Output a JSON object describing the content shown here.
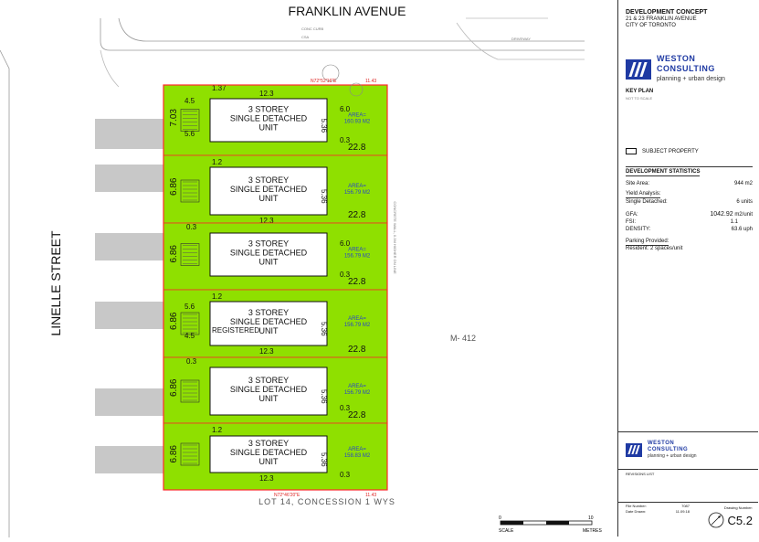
{
  "streets": {
    "north": "FRANKLIN AVENUE",
    "west": "LINELLE STREET",
    "south_lot": "LOT 14, CONCESSION 1 WYS",
    "east_lot": "M- 412",
    "curb_label": "CONC CURB",
    "sidewalk_label": "CSA",
    "driveway_label": "DRIVEWAY",
    "wall_label": "CONCRETE WALL, 0.3M HIGHER ON LINE"
  },
  "bearings": {
    "north": "N72°52'16\"E",
    "north_len": "11.43",
    "south": "N72°46'20\"E",
    "south_len": "11.43"
  },
  "units": [
    {
      "label1": "3 STOREY",
      "label2": "SINGLE DETACHED",
      "label3": "UNIT",
      "area": "AREA=\n160.93 M2",
      "frontage": "7.03",
      "depth": "22.8",
      "bw": "12.3",
      "side": "5.36",
      "front_setback": "4.5",
      "rear": "6.0",
      "side_setback": "0.3",
      "garage": "5.6",
      "extra": "1.37"
    },
    {
      "label1": "3 STOREY",
      "label2": "SINGLE DETACHED",
      "label3": "UNIT",
      "area": "AREA=\n156.79 M2",
      "frontage": "6.86",
      "depth": "22.8",
      "bw": "12.3",
      "side": "5.36",
      "extra": "1.2"
    },
    {
      "label1": "3 STOREY",
      "label2": "SINGLE DETACHED",
      "label3": "UNIT",
      "area": "AREA=\n156.79 M2",
      "frontage": "6.86",
      "depth": "22.8",
      "rear": "6.0",
      "side_setback": "0.3",
      "top_setback": "0.3"
    },
    {
      "label1": "3 STOREY",
      "label2": "SINGLE DETACHED",
      "label3": "UNIT",
      "area": "AREA=\n156.79 M2",
      "frontage": "6.86",
      "depth": "22.8",
      "bw": "12.3",
      "side": "5.36",
      "garage": "5.6",
      "front_setback": "4.5",
      "registered": "REGISTERED",
      "extra": "1.2"
    },
    {
      "label1": "3 STOREY",
      "label2": "SINGLE DETACHED",
      "label3": "UNIT",
      "area": "AREA=\n156.79 M2",
      "frontage": "6.86",
      "depth": "22.8",
      "side": "5.36",
      "top_setback": "0.3",
      "side_setback": "0.3"
    },
    {
      "label1": "3 STOREY",
      "label2": "SINGLE DETACHED",
      "label3": "UNIT",
      "area": "AREA=\n158.83 M2",
      "frontage": "6.86",
      "depth": "",
      "bw": "12.3",
      "side": "5.36",
      "side_setback": "0.3",
      "extra": "1.2"
    }
  ],
  "titleblock": {
    "project_title": "DEVELOPMENT CONCEPT",
    "address1": "21 & 23 FRANKLIN AVENUE",
    "address2": "CITY OF TORONTO",
    "logo_name": "WESTON",
    "logo_name2": "CONSULTING",
    "logo_tag": "planning + urban design",
    "key_plan": "KEY PLAN",
    "key_plan_sub": "NOT TO SCALE",
    "subject_property": "SUBJECT PROPERTY",
    "stats_heading": "DEVELOPMENT STATISTICS",
    "site_area_label": "Site Area:",
    "site_area_value": "944 m2",
    "yield_label": "Yield Analysis:",
    "yield_type": "Single Detached:",
    "yield_value": "6 units",
    "gfa_label": "GFA:",
    "gfa_value": "1042.92",
    "gfa_unit": "m2/unit",
    "fsi_label": "FSI:",
    "fsi_value": "1.1",
    "density_label": "DENSITY:",
    "density_value": "63.6 uph",
    "parking_label": "Parking Provided:",
    "parking_value": "Resident:  2 spaces/unit",
    "revisions": "REVISIONS LIST",
    "file_number_label": "File Number:",
    "file_number": "7087",
    "date_label": "Date Drawn:",
    "date": "11.09.18",
    "drawing_label": "Drawing Number:",
    "drawing_no": "C5.2",
    "scale_label": "SCALE",
    "metres_label": "METRES",
    "scale_0": "0",
    "scale_10": "10"
  },
  "colors": {
    "lot_fill": "#8fe000",
    "lot_border": "#ff2a2a",
    "driveway": "#c8c8c8",
    "accent": "#1f3aa3",
    "area_text": "#2a46c7"
  }
}
